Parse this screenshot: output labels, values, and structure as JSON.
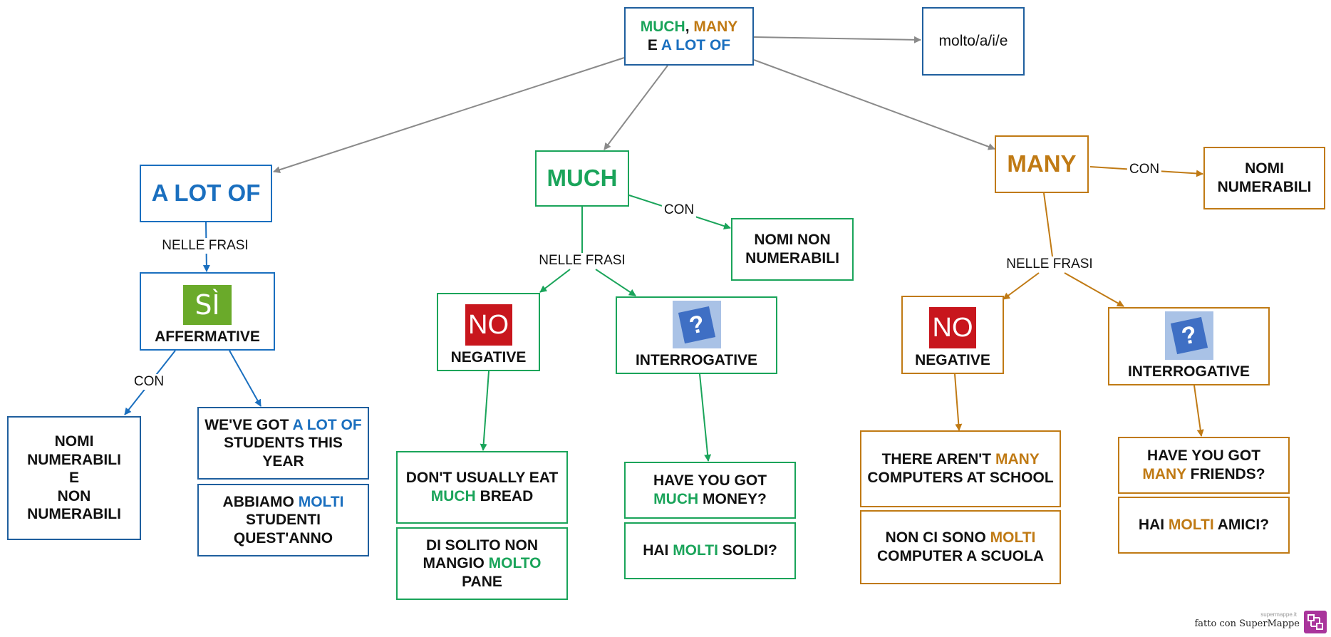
{
  "root": {
    "line1_much": "MUCH",
    "line1_comma": ", ",
    "line1_many": "MANY",
    "line2_e": "E ",
    "line2_alotof": "A LOT OF"
  },
  "translation": {
    "text": "molto/a/i/e"
  },
  "alotof": {
    "title": "A LOT OF",
    "label_nelle_frasi": "NELLE FRASI",
    "affermative_icon_text": "SÌ",
    "affermative": "AFFERMATIVE",
    "label_con": "CON",
    "nomi": [
      "NOMI",
      "NUMERABILI",
      "E",
      "NON",
      "NUMERABILI"
    ],
    "example_en": {
      "pre": "WE'VE GOT ",
      "key": "A LOT OF",
      "post": " STUDENTS THIS YEAR"
    },
    "example_it": {
      "pre": "ABBIAMO ",
      "key": "MOLTI",
      "post": " STUDENTI QUEST'ANNO"
    }
  },
  "much": {
    "title": "MUCH",
    "label_con": "CON",
    "nomi": "NOMI NON NUMERABILI",
    "label_nelle_frasi": "NELLE FRASI",
    "negative_icon_text": "NO",
    "negative": "NEGATIVE",
    "interrogative_icon_text": "?",
    "interrogative": "INTERROGATIVE",
    "neg_en": {
      "pre": "DON'T USUALLY EAT ",
      "key": "MUCH",
      "post": " BREAD"
    },
    "neg_it": {
      "pre": "DI SOLITO NON MANGIO ",
      "key": "MOLTO",
      "post": " PANE"
    },
    "int_en": {
      "pre": "HAVE YOU GOT ",
      "key": "MUCH",
      "post": " MONEY?"
    },
    "int_it": {
      "pre": "HAI ",
      "key": "MOLTI",
      "post": " SOLDI?"
    }
  },
  "many": {
    "title": "MANY",
    "label_con": "CON",
    "nomi": "NOMI NUMERABILI",
    "label_nelle_frasi": "NELLE FRASI",
    "negative_icon_text": "NO",
    "negative": "NEGATIVE",
    "interrogative_icon_text": "?",
    "interrogative": "INTERROGATIVE",
    "neg_en": {
      "pre": "THERE AREN'T ",
      "key": "MANY",
      "post": " COMPUTERS AT SCHOOL"
    },
    "neg_it": {
      "pre": "NON CI SONO ",
      "key": "MOLTI",
      "post": " COMPUTER A SCUOLA"
    },
    "int_en": {
      "pre": "HAVE YOU GOT ",
      "key": "MANY",
      "post": " FRIENDS?"
    },
    "int_it": {
      "pre": "HAI ",
      "key": "MOLTI",
      "post": " AMICI?"
    }
  },
  "footer": {
    "brand_small": "supermappe.it",
    "text": "fatto con SuperMappe"
  },
  "colors": {
    "blue": "#1a6fbf",
    "green": "#1aa45a",
    "orange": "#c07a14",
    "gray_line": "#8a8a8a",
    "no_red": "#c8161d",
    "si_green": "#6aaa2a",
    "q_blue": "#3f6fc4"
  }
}
